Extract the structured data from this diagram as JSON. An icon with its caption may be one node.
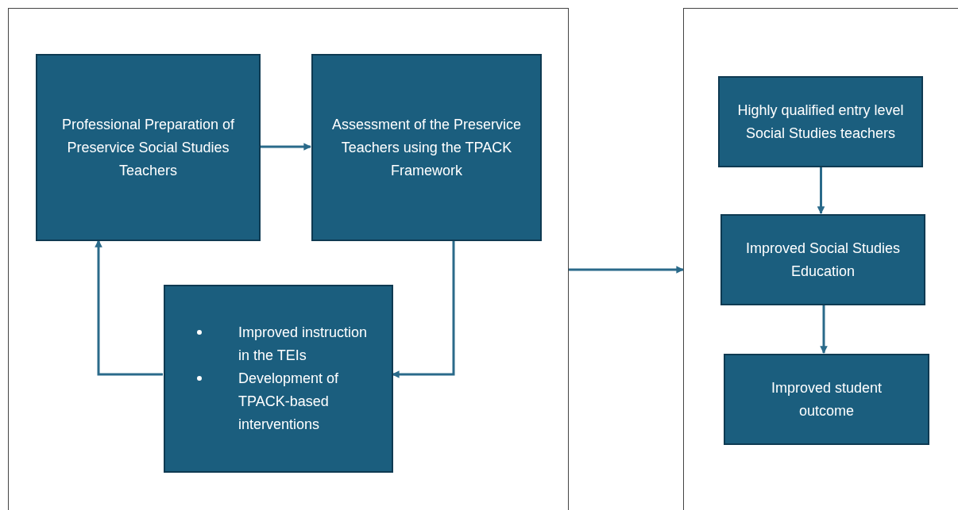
{
  "diagram": {
    "nodes": [
      {
        "text": [],
        "shape": "box"
      },
      {
        "text": [
          "Professional Preparation of Preservice Social Studies Teachers"
        ],
        "in": 0
      },
      {
        "text": [
          "Assessment of the Preservice Teachers using the TPACK Framework"
        ],
        "in": 0
      },
      {
        "text": [
          "Improved instruction in the TEIs",
          "Development of TPACK-based interventions"
        ],
        "in": 0
      },
      {
        "text": [],
        "shape": "box"
      },
      {
        "text": [
          "Highly qualified entry level Social Studies teachers"
        ],
        "in": 4
      },
      {
        "text": [
          "Improved Social Studies Education"
        ],
        "in": 4
      },
      {
        "text": [
          "Improved student outcome"
        ],
        "in": 4
      }
    ],
    "edges": [
      {
        "from": 1,
        "to": 2,
        "arrow": "to"
      },
      {
        "from": 2,
        "to": 3,
        "arrow": "to"
      },
      {
        "from": 3,
        "to": 1,
        "arrow": "to"
      },
      {
        "from": 0,
        "to": 4,
        "arrow": "to"
      },
      {
        "from": 5,
        "to": 6,
        "arrow": "to"
      },
      {
        "from": 6,
        "to": 7,
        "arrow": "to"
      }
    ]
  }
}
